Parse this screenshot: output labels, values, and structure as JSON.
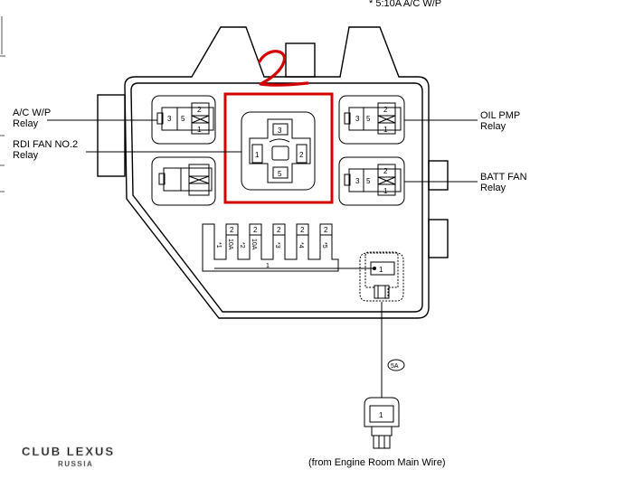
{
  "header_note": "* 5:10A A/C W/P",
  "red_annotation": "2",
  "labels": {
    "ac_wp": [
      "A/C W/P",
      "Relay"
    ],
    "rdi_fan": [
      "RDI FAN NO.2",
      "Relay"
    ],
    "oil_pmp": [
      "OIL PMP",
      "Relay"
    ],
    "batt_fan": [
      "BATT FAN",
      "Relay"
    ]
  },
  "relay_pins": {
    "left": "3",
    "middle": "5",
    "top": "2",
    "bottom": "1"
  },
  "center_relay_pins": {
    "top": "3",
    "left": "1",
    "right": "2",
    "bottom": "5"
  },
  "fuse_block": {
    "top_numbers": [
      "2",
      "2",
      "2",
      "2",
      "2"
    ],
    "labels": [
      "*1",
      "10A",
      "*2",
      "10A",
      "*3",
      "*4",
      "*5"
    ],
    "bus_pin": "1"
  },
  "connector_pin": "1",
  "connector_code": "5A",
  "bottom_connector_pin": "1",
  "bottom_caption": "(from Engine Room Main Wire)",
  "watermark": [
    "CLUB LEXUS",
    "RUSSIA"
  ]
}
